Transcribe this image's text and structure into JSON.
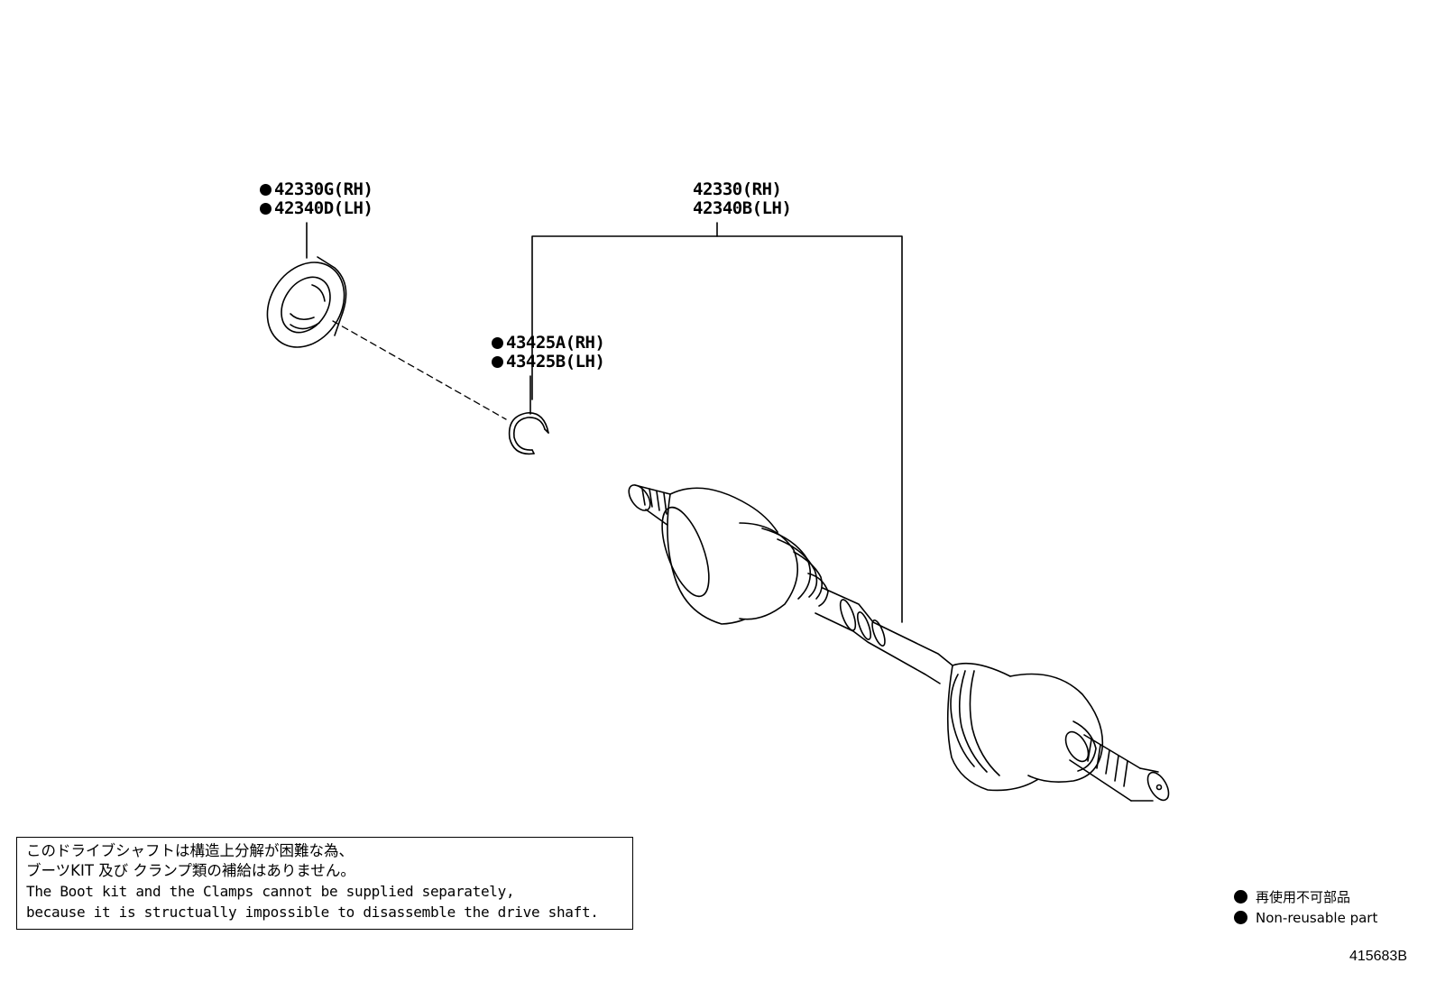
{
  "callouts": {
    "bearing": {
      "line1": "42330G(RH)",
      "line2": "42340D(LH)",
      "nonreusable": true
    },
    "shaft": {
      "line1": "42330(RH)",
      "line2": "42340B(LH)",
      "nonreusable": false
    },
    "snapring": {
      "line1": "43425A(RH)",
      "line2": "43425B(LH)",
      "nonreusable": true
    }
  },
  "note": {
    "jp_line1": "このドライブシャフトは構造上分解が困難な為、",
    "jp_line2": "ブーツKIT 及び クランプ類の補給はありません。",
    "en_line1": "The Boot kit and the Clamps cannot be supplied separately,",
    "en_line2": "because it is structually impossible to disassemble the drive shaft."
  },
  "legend": {
    "jp": "再使用不可部品",
    "en": "Non-reusable part"
  },
  "illustration_code": "415683B"
}
